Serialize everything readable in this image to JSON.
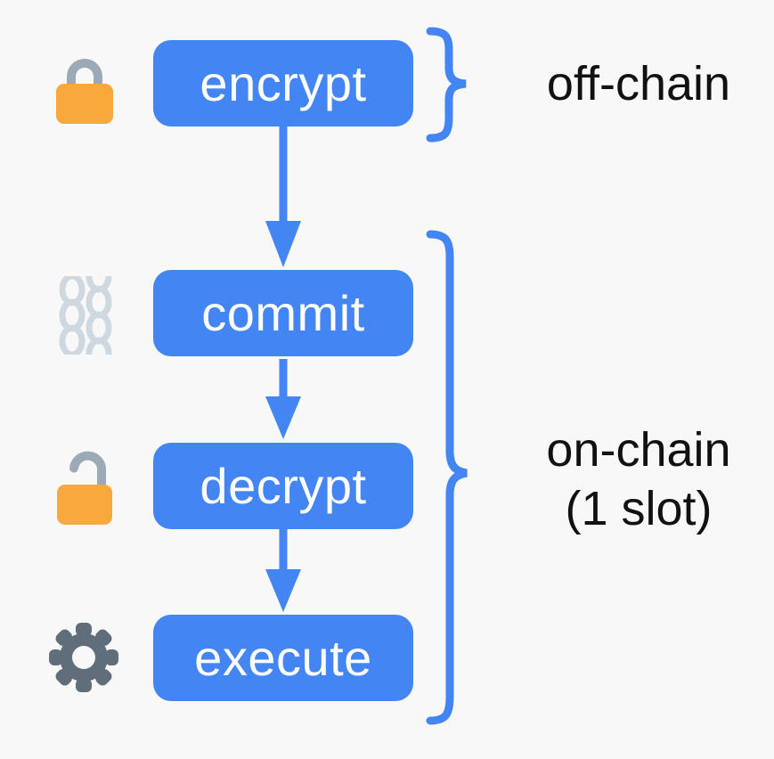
{
  "colors": {
    "background": "#f8f8f8",
    "blue": "#4386f3",
    "label_text": "#111111",
    "box_text": "#ffffff",
    "lock_body": "#f9a83b",
    "lock_shackle": "#9baab6",
    "chain": "#cfd8df",
    "gear": "#5f6e7a"
  },
  "flow": {
    "steps": [
      {
        "label": "encrypt",
        "icon": "lock-closed-icon"
      },
      {
        "label": "commit",
        "icon": "chains-icon"
      },
      {
        "label": "decrypt",
        "icon": "lock-open-icon"
      },
      {
        "label": "execute",
        "icon": "gear-icon"
      }
    ]
  },
  "annotations": {
    "off_chain": {
      "label": "off-chain",
      "steps_covered": [
        "encrypt"
      ]
    },
    "on_chain": {
      "label_line1": "on-chain",
      "label_line2": "(1 slot)",
      "steps_covered": [
        "commit",
        "decrypt",
        "execute"
      ]
    }
  }
}
